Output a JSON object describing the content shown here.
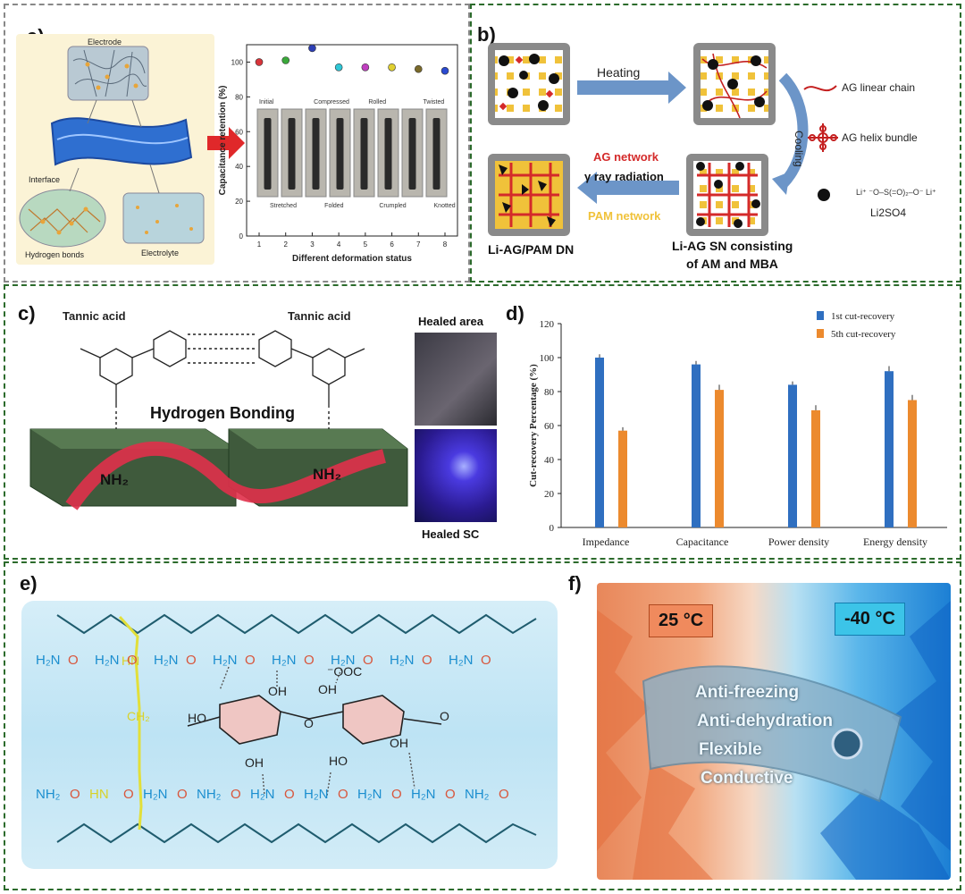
{
  "panels": {
    "a": {
      "label": "a)",
      "electrode": "Electrode",
      "interface": "Interface",
      "hydrogen_bonds": "Hydrogen bonds",
      "electrolyte": "Electrolyte",
      "photo_labels_top": [
        "Initial",
        "Compressed",
        "Rolled",
        "Twisted"
      ],
      "photo_labels_bottom": [
        "Stretched",
        "Folded",
        "Crumpled",
        "Knotted"
      ]
    },
    "b": {
      "label": "b)",
      "heating": "Heating",
      "cooling": "Cooling",
      "ag_network": "AG network",
      "gamma": "γ ray radiation",
      "pam_network": "PAM network",
      "dn": "Li-AG/PAM DN",
      "sn_line1": "Li-AG SN consisting",
      "sn_line2": "of AM and MBA",
      "legend_linear": "AG linear chain",
      "legend_helix": "AG helix bundle",
      "salt": "Li2SO4",
      "sulfate": "Li⁺ ⁻O–S(=O)₂–O⁻ Li⁺"
    },
    "c": {
      "label": "c)",
      "tannic_left": "Tannic acid",
      "tannic_right": "Tannic acid",
      "hbond": "Hydrogen Bonding",
      "nh2_left": "NH₂",
      "nh2_right": "NH₂",
      "healed_area": "Healed area",
      "healed_sc": "Healed SC"
    },
    "d": {
      "label": "d)"
    },
    "e": {
      "label": "e)",
      "nh2_top": [
        "H₂N",
        "H₂N",
        "H₂N",
        "H₂N",
        "H₂N",
        "H₂N",
        "H₂N",
        "H₂N"
      ],
      "nh2_bottom": [
        "NH₂",
        "HN",
        "H₂N",
        "NH₂",
        "H₂N",
        "H₂N",
        "H₂N",
        "H₂N",
        "NH₂"
      ],
      "ch2": "CH₂",
      "coo": "⁻OOC",
      "hn_link": "HN"
    },
    "f": {
      "label": "f)",
      "temp_warm": "25 °C",
      "temp_cold": "-40 °C",
      "properties": [
        "Anti-freezing",
        "Anti-dehydration",
        "Flexible",
        "Conductive"
      ]
    }
  },
  "colors": {
    "frame_green": "#2c6b2c",
    "bar_series1": "#2f6fc0",
    "bar_series2": "#ec8a2e",
    "warm_label_bg": "#f08a5d",
    "cold_label_bg": "#3cc4e8",
    "yellow_linker": "#e2df3a",
    "carbonyl_red": "#d8563c",
    "amine_blue": "#1b8ecf"
  },
  "chart_data": [
    {
      "id": "a-inset",
      "type": "scatter",
      "ylabel": "Capacitance retention (%)",
      "xlabel": "Different deformation status",
      "x": [
        1,
        2,
        3,
        4,
        5,
        6,
        7,
        8
      ],
      "values": [
        100,
        101,
        108,
        97,
        97,
        97,
        96,
        95
      ],
      "point_colors": [
        "#d8343a",
        "#3aa83a",
        "#2d3fb5",
        "#2fc7d6",
        "#c03fc0",
        "#e0d030",
        "#7a6a2a",
        "#2a4ad0"
      ],
      "ylim": [
        0,
        110
      ],
      "yticks": [
        0,
        20,
        40,
        60,
        80,
        100
      ],
      "xticks": [
        1,
        2,
        3,
        4,
        5,
        6,
        7,
        8
      ]
    },
    {
      "id": "d",
      "type": "bar",
      "ylabel": "Cut-recovery Percentage (%)",
      "categories": [
        "Impedance",
        "Capacitance",
        "Power density",
        "Energy density"
      ],
      "series": [
        {
          "name": "1st cut-recovery",
          "color": "#2f6fc0",
          "values": [
            100,
            96,
            84,
            92
          ],
          "errors": [
            2,
            2,
            2,
            3
          ]
        },
        {
          "name": "5th cut-recovery",
          "color": "#ec8a2e",
          "values": [
            57,
            81,
            69,
            75
          ],
          "errors": [
            2,
            3,
            3,
            3
          ]
        }
      ],
      "ylim": [
        0,
        120
      ],
      "yticks": [
        0,
        20,
        40,
        60,
        80,
        100,
        120
      ],
      "legend": "top-right"
    }
  ]
}
